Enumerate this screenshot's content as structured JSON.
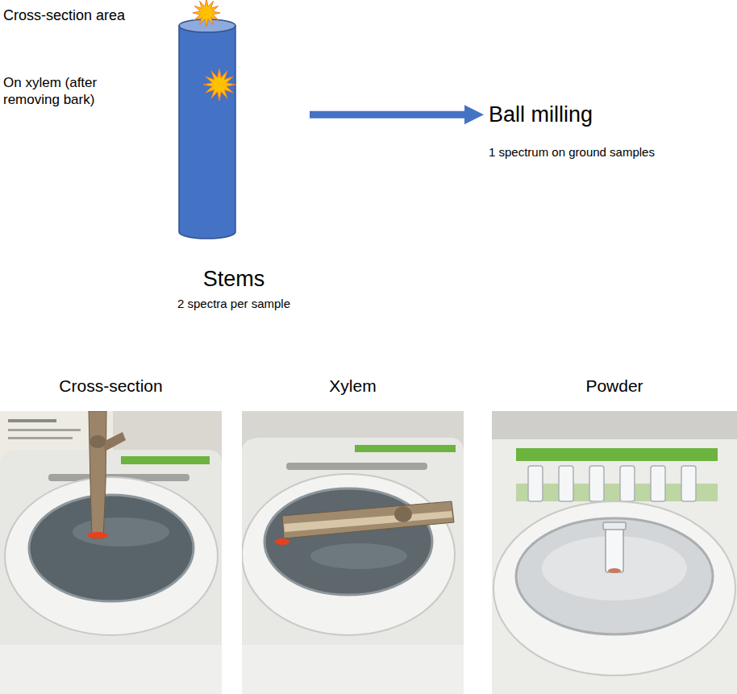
{
  "diagram": {
    "nodes": [
      {
        "text": [
          "Stems",
          "2 spectra per sample"
        ]
      },
      {
        "text": [
          "Ball milling",
          "1 spectrum on ground samples"
        ]
      }
    ],
    "edges": [
      {
        "from": 0,
        "to": 1,
        "arrow": "to"
      }
    ],
    "labels": [
      "Cross-section area",
      "On xylem (after removing bark)",
      "Cross-section",
      "Xylem",
      "Powder"
    ]
  }
}
